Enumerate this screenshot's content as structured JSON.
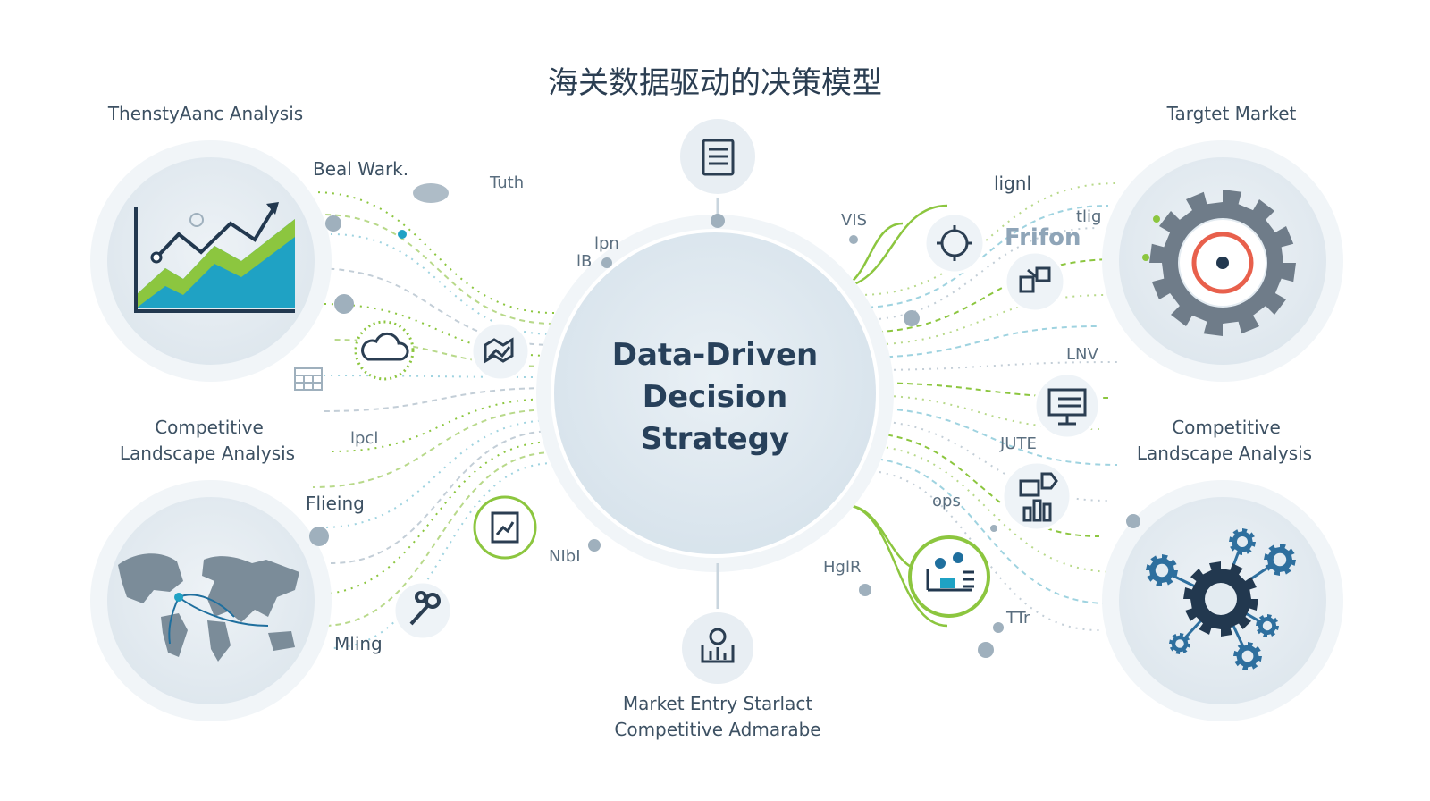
{
  "title": "海关数据驱动的决策模型",
  "center": {
    "lines": [
      "Data-Driven",
      "Decision",
      "Strategy"
    ]
  },
  "corner_labels": {
    "top_left": "ThenstyAanc Analysis",
    "top_right": "Targtet Market",
    "mid_left": [
      "Competitive",
      "Landscape Analysis"
    ],
    "mid_right": [
      "Competitive",
      "Landscape Analysis"
    ],
    "bottom": [
      "Market Entry Starlact",
      "Competitive Admarabe"
    ]
  },
  "floating_labels": {
    "beal_wark": "Beal Wark.",
    "tuth": "Tuth",
    "lpn": "lpn",
    "lb": "lB",
    "lpcl": "lpcl",
    "flieing": "Flieing",
    "mling": "Mling",
    "nibi": "NIbI",
    "vis": "VIS",
    "lignl": "lignl",
    "tlig": "tlig",
    "frifon": "Frifon",
    "lnv": "LNV",
    "jute": "JUTE",
    "ops": "ops",
    "hglr": "HglR",
    "ttr": "TTr"
  },
  "colors": {
    "title": "#2b3e52",
    "text": "#3d5163",
    "ring": "#e6edf2",
    "hub": "#dfe8ef",
    "green": "#8cc63f",
    "teal": "#1fa2c4",
    "navy": "#22384f",
    "gear_gray": "#6f7c89",
    "target_red": "#e8604c",
    "gear_blue": "#2e6f9e"
  },
  "icons": [
    "line-chart-icon",
    "document-icon",
    "cloud-icon",
    "map-chart-icon",
    "calendar-icon",
    "report-icon",
    "wrench-icon",
    "puzzle-icon",
    "tools-icon",
    "server-icon",
    "bar-chart-icon",
    "settings-chart-icon",
    "survey-icon",
    "target-gear-icon",
    "gear-network-icon",
    "world-map-icon"
  ]
}
